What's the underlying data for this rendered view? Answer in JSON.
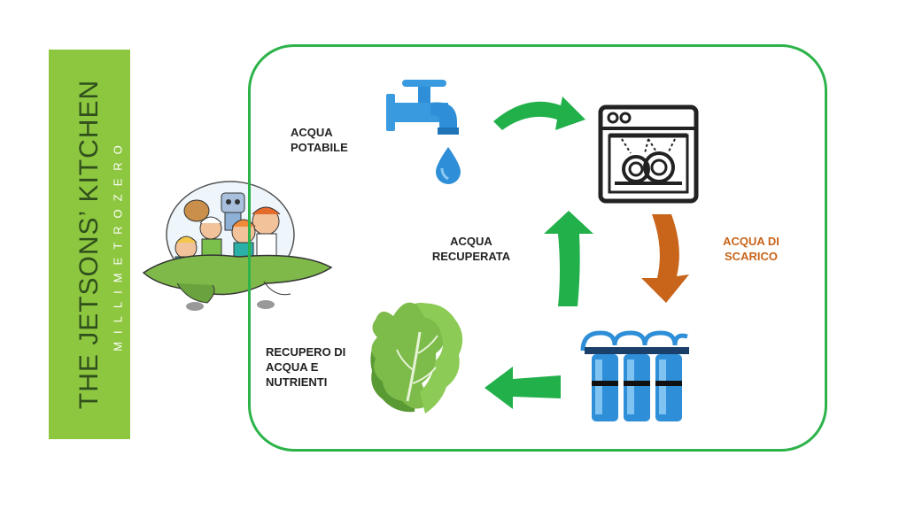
{
  "banner": {
    "title": "THE JETSONS’ KITCHEN",
    "subtitle": "MILLIMETROZERO"
  },
  "labels": {
    "drinking_water": "ACQUA\nPOTABILE",
    "recovered_water": "ACQUA\nRECUPERATA",
    "waste_water": "ACQUA DI\nSCARICO",
    "nutrient_recovery": "RECUPERO DI\nACQUA E\nNUTRIENTI"
  },
  "colors": {
    "banner_bg": "#8dc63f",
    "frame": "#2db34a",
    "green_arrow": "#22b04b",
    "orange_arrow": "#c8651b",
    "water_blue": "#2e8fd8",
    "lettuce_green": "#6aab3d"
  },
  "icons": {
    "faucet": "faucet-icon",
    "dishwasher": "dishwasher-icon",
    "filter": "water-filter-icon",
    "lettuce": "lettuce-icon",
    "cartoon": "flying-car-family-illustration"
  }
}
